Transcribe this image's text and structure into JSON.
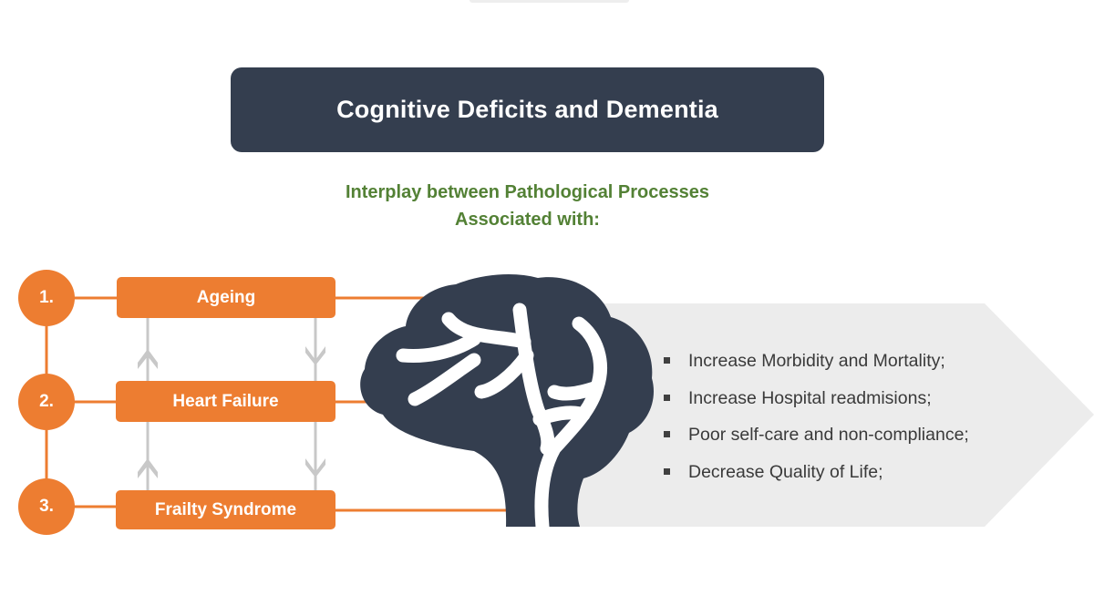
{
  "title": "Cognitive Deficits and Dementia",
  "subtitle": {
    "line1": "Interplay between Pathological Processes",
    "line2": "Associated with:"
  },
  "factors": [
    {
      "number": "1.",
      "label": "Ageing"
    },
    {
      "number": "2.",
      "label": "Heart Failure"
    },
    {
      "number": "3.",
      "label": "Frailty Syndrome"
    }
  ],
  "outcomes": [
    "Increase Morbidity and Mortality;",
    "Increase Hospital readmisions;",
    "Poor self-care and non-compliance;",
    "Decrease Quality of Life;"
  ],
  "colors": {
    "banner": "#343e4f",
    "accent": "#ed7d31",
    "subtitle": "#538135",
    "brain": "#343e4f",
    "arrow_band": "#ececec",
    "connector_arrows": "#c8c8c8"
  },
  "icons": {
    "brain": "brain-icon",
    "arrow_up": "chevron-up-arrow-icon",
    "arrow_down": "chevron-down-arrow-icon",
    "bullet": "square-bullet-icon"
  }
}
